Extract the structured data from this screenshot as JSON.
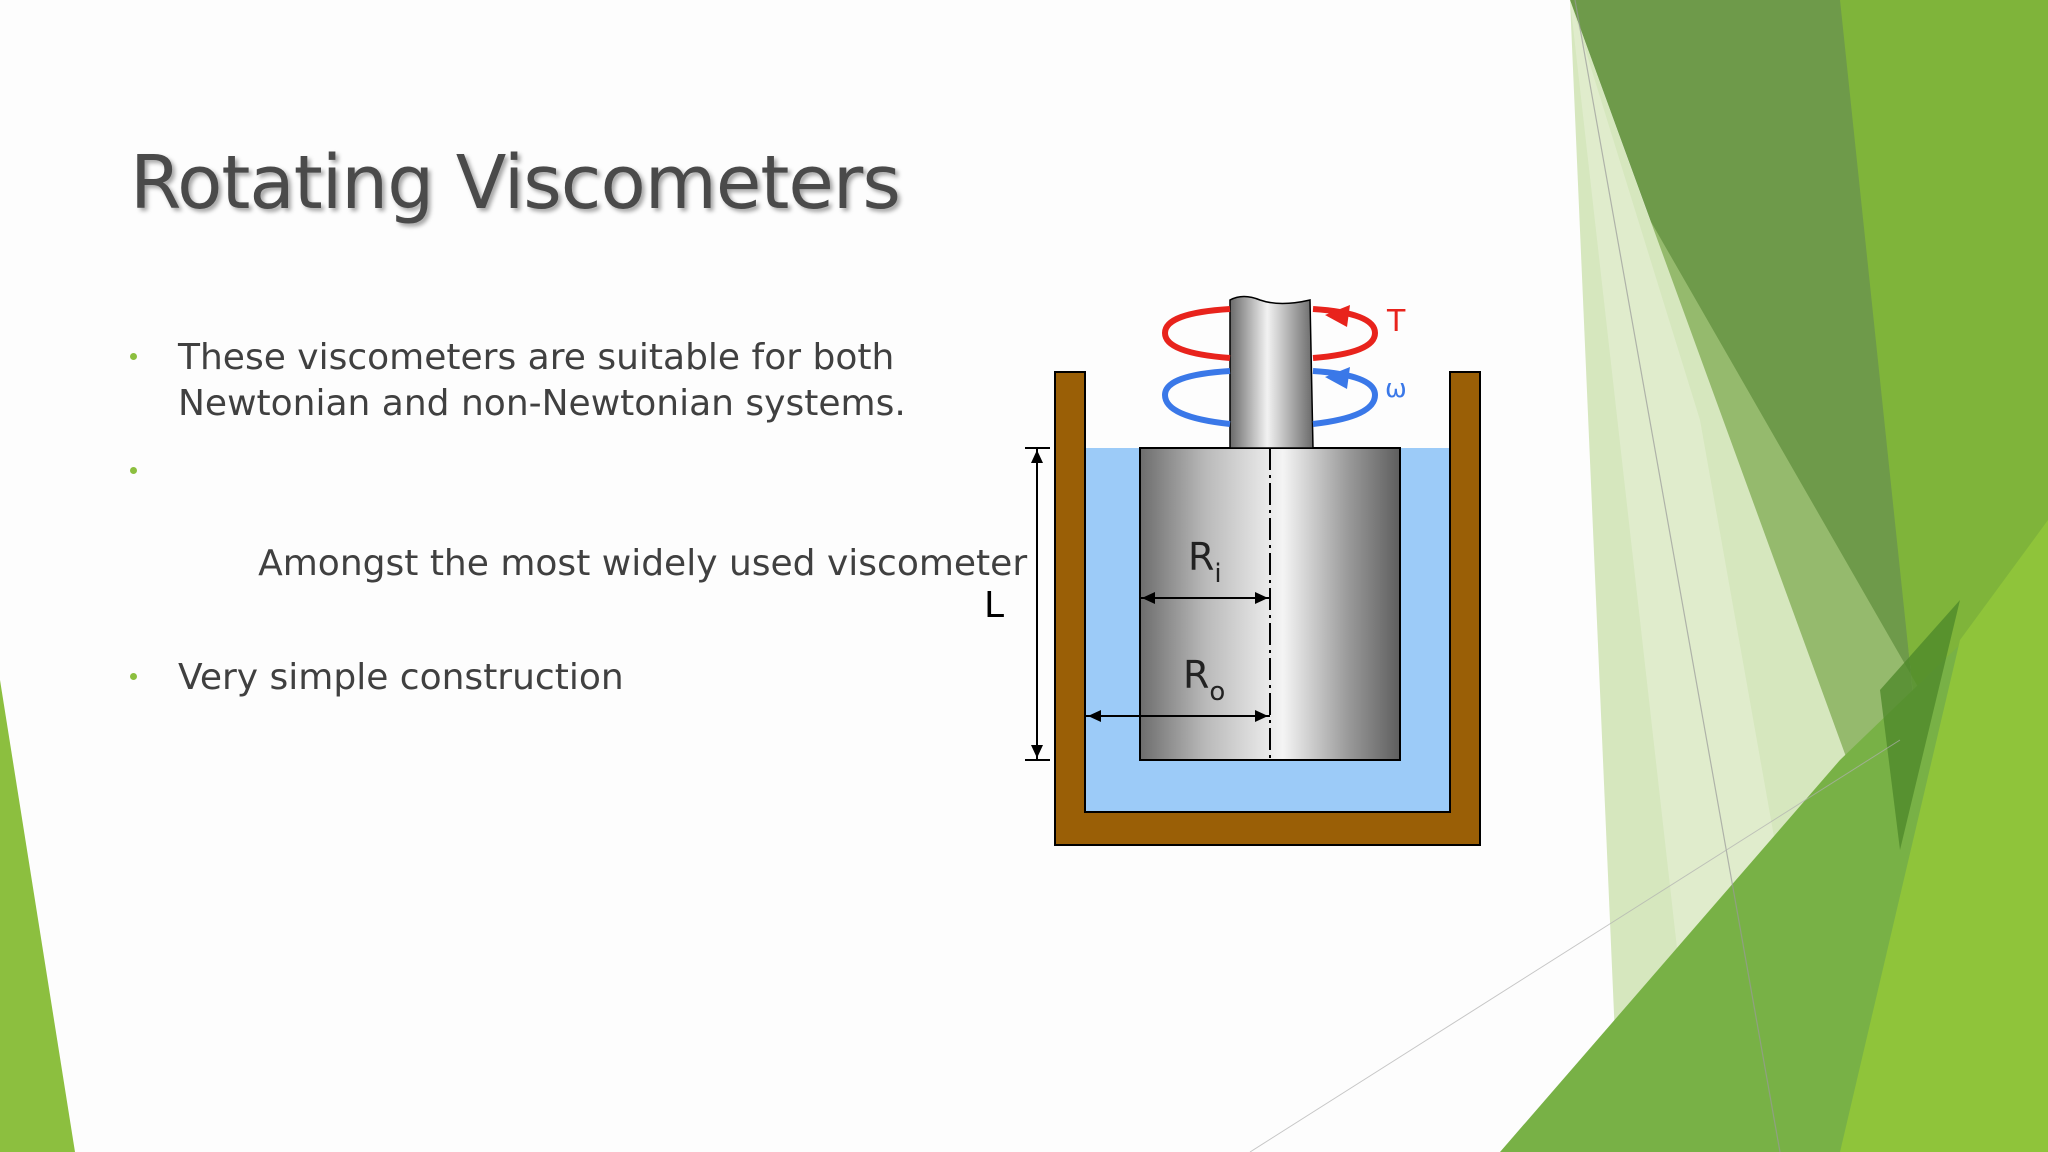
{
  "slide": {
    "title": "Rotating Viscometers",
    "bullets": [
      "These viscometers are suitable for both Newtonian and non-Newtonian systems.",
      " Amongst the most widely used viscometer",
      "Very simple construction"
    ]
  },
  "figure": {
    "labels": {
      "torque": "T",
      "angular_velocity": "ω",
      "length": "L",
      "inner_radius_base": "R",
      "inner_radius_sub": "i",
      "outer_radius_base": "R",
      "outer_radius_sub": "o"
    },
    "colors": {
      "container": "#9a5f06",
      "liquid": "#9ccbf8",
      "torque_arrow": "#e8231c",
      "omega_arrow": "#3a78e8"
    }
  },
  "theme": {
    "accent_greens": [
      "#8cbf3f",
      "#6c9a46",
      "#7cb342",
      "#dde9c3"
    ],
    "bullet_color": "#8cbf3f"
  }
}
